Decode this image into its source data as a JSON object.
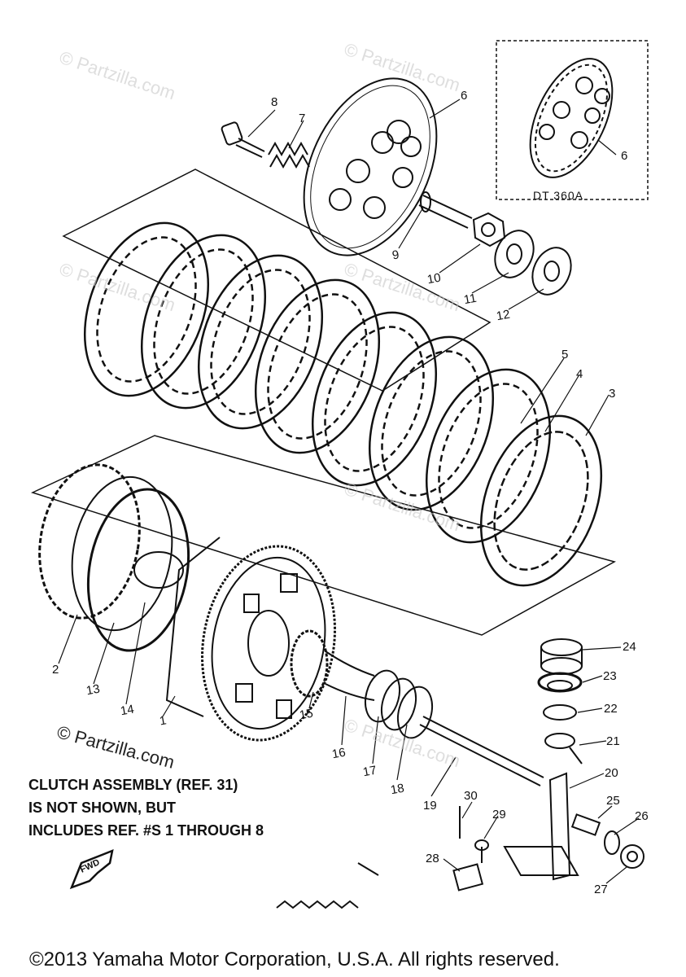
{
  "callouts": {
    "c1": "1",
    "c2": "2",
    "c3": "3",
    "c4": "4",
    "c5": "5",
    "c6": "6",
    "c6b": "6",
    "c7": "7",
    "c8": "8",
    "c9": "9",
    "c10": "10",
    "c11": "11",
    "c12": "12",
    "c13": "13",
    "c14": "14",
    "c15": "15",
    "c16": "16",
    "c17": "17",
    "c18": "18",
    "c19": "19",
    "c20": "20",
    "c21": "21",
    "c22": "22",
    "c23": "23",
    "c24": "24",
    "c25": "25",
    "c26": "26",
    "c27": "27",
    "c28": "28",
    "c29": "29",
    "c30": "30"
  },
  "inset_label": "DT 360A",
  "note": {
    "line1": "CLUTCH ASSEMBLY (REF. 31)",
    "line2": "IS NOT SHOWN, BUT",
    "line3": "INCLUDES  REF. #S 1 THROUGH 8"
  },
  "fwd_label": "FWD",
  "watermark_text": "© Partzilla.com",
  "copyright": "©2013 Yamaha Motor Corporation, U.S.A. All rights reserved."
}
